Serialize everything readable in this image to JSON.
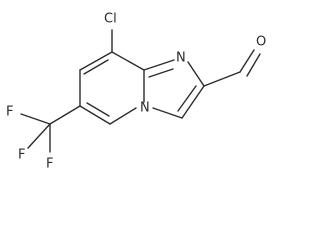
{
  "structure": {
    "atoms": {
      "chlorine": "Cl",
      "ring_nitrogen_top": "N",
      "ring_nitrogen_bridge": "N",
      "aldehyde_oxygen": "O",
      "fluorine_1": "F",
      "fluorine_2": "F",
      "fluorine_3": "F"
    },
    "colors": {
      "bond": "#2b2b2b",
      "label": "#2b2b2b",
      "background": "#ffffff"
    }
  }
}
